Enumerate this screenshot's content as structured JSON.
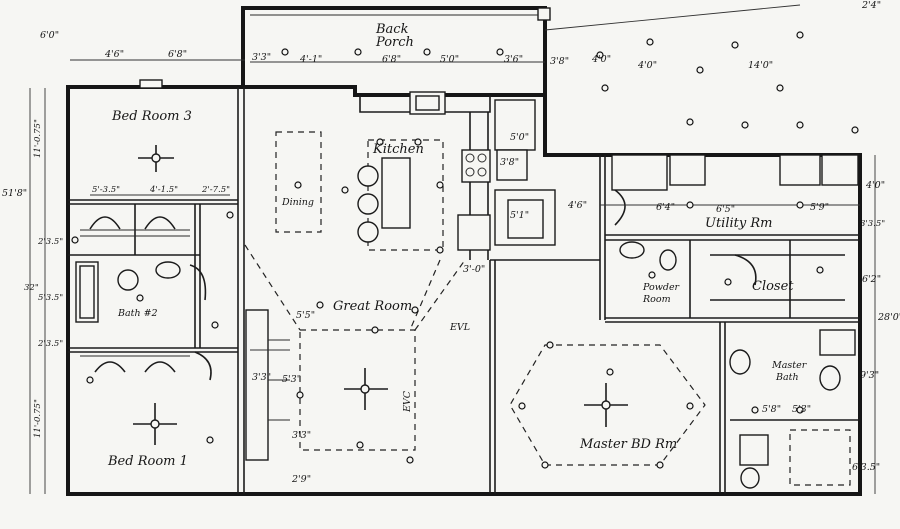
{
  "rooms": {
    "back_porch": "Back\nPorch",
    "bed_room_3": "Bed Room 3",
    "kitchen": "Kitchen",
    "dining": "Dining",
    "great_room": "Great Room",
    "bath_2": "Bath #2",
    "bed_room_1": "Bed Room 1",
    "utility": "Utility Rm",
    "powder": "Powder\nRoom",
    "closet": "Closet",
    "master_bath": "Master\nBath",
    "master_bd": "Master BD Rm"
  },
  "dimensions": {
    "top_left_width": "6'0\"",
    "top_a": "4'6\"",
    "top_b": "6'8\"",
    "top_c": "3'3\"",
    "top_d": "4'-1\"",
    "top_e": "6'8\"",
    "top_f": "5'0\"",
    "top_g": "3'6\"",
    "top_h": "3'8\"",
    "top_i": "4'0\"",
    "top_j": "4'0\"",
    "top_k": "14'0\"",
    "left_total": "51'8\"",
    "left_upper": "11'-0.75\"",
    "left_lower": "11'-0.75\"",
    "left_a": "2'3.5\"",
    "left_b": "5'3.5\"",
    "left_c": "32\"",
    "left_d": "2'3.5\"",
    "closet_a": "5'-3.5\"",
    "closet_b": "4'-1.5\"",
    "closet_c": "2'-7.5\"",
    "gr_a": "5'5\"",
    "gr_b": "3'-0\"",
    "gr_c": "5'3\"",
    "gr_d": "3'3\"",
    "gr_e": "3'3\"",
    "gr_f": "2'9\"",
    "evl": "EVL",
    "evc": "EVC",
    "kit_a": "5'0\"",
    "kit_b": "3'8\"",
    "kit_c": "5'1\"",
    "kit_d": "4'6\"",
    "ut_a": "6'4\"",
    "ut_b": "6'5\"",
    "ut_c": "5'9\"",
    "right_a": "4'0\"",
    "right_b": "3'3.5\"",
    "right_c": "6'2\"",
    "right_d": "28'0\"",
    "right_e": "9'3\"",
    "right_f": "6'3.5\"",
    "mb_a": "5'8\"",
    "mb_b": "5'3\"",
    "top_right": "2'4\""
  }
}
